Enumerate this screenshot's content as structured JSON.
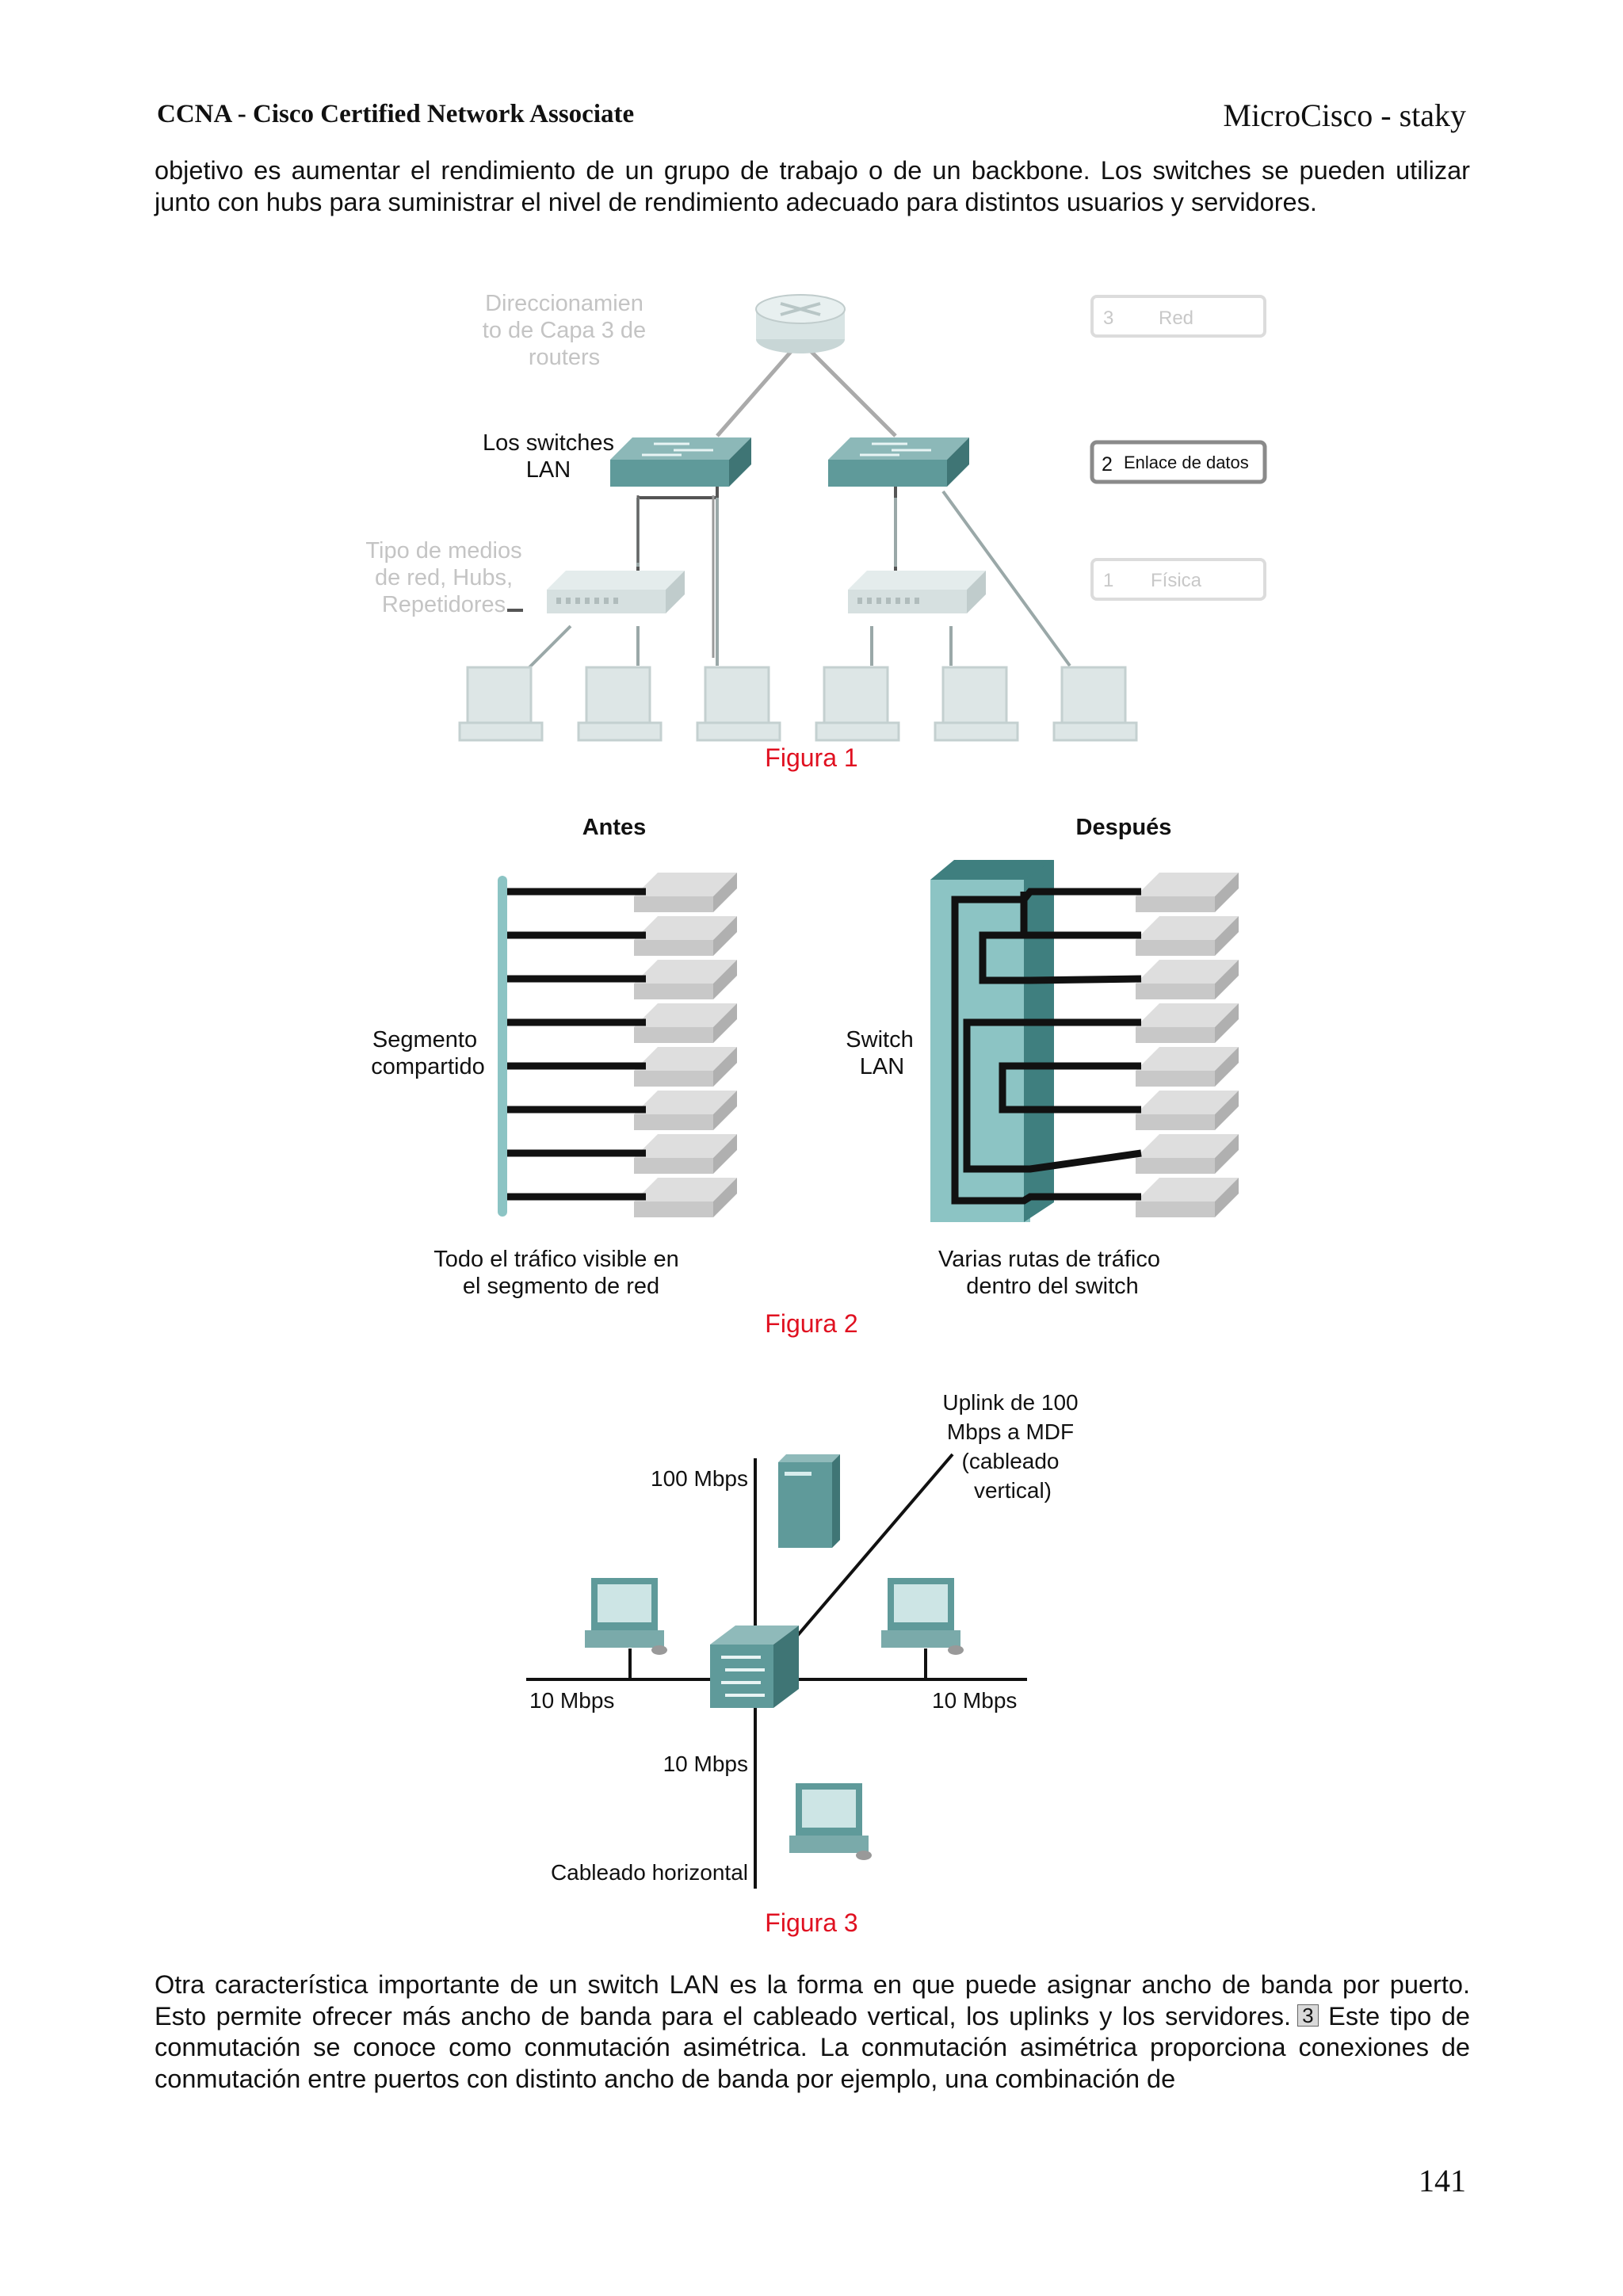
{
  "header": {
    "left": "CCNA - Cisco Certified Network Associate",
    "right": "MicroCisco - staky"
  },
  "paragraph1": "objetivo es aumentar el rendimiento de un grupo de trabajo o de un backbone. Los switches se pueden utilizar junto con hubs para suministrar el nivel de rendimiento adecuado para distintos usuarios y servidores.",
  "figure1": {
    "caption": "Figura 1",
    "label_routing": [
      "Direccionamien",
      "to de Capa 3 de",
      "routers"
    ],
    "label_switches": [
      "Los switches",
      "LAN"
    ],
    "label_media": [
      "Tipo de medios",
      "de red, Hubs,",
      "Repetidores"
    ],
    "layers": [
      {
        "num": "3",
        "name": "Red",
        "active": false
      },
      {
        "num": "2",
        "name": "Enlace de datos",
        "active": true
      },
      {
        "num": "1",
        "name": "Física",
        "active": false
      }
    ]
  },
  "figure2": {
    "caption": "Figura 2",
    "before_title": "Antes",
    "after_title": "Después",
    "label_segment": [
      "Segmento",
      "compartido"
    ],
    "label_switch": [
      "Switch",
      "LAN"
    ],
    "note_before": [
      "Todo el tráfico visible en",
      "el segmento de red"
    ],
    "note_after": [
      "Varias rutas de tráfico",
      "dentro del switch"
    ]
  },
  "figure3": {
    "caption": "Figura 3",
    "uplink": [
      "Uplink de 100",
      "Mbps a MDF",
      "(cableado",
      "vertical)"
    ],
    "speed_top": "100 Mbps",
    "speed_left": "10 Mbps",
    "speed_right": "10 Mbps",
    "speed_bottom": "10 Mbps",
    "horizontal": "Cableado horizontal"
  },
  "paragraph2": {
    "part1": "Otra característica importante de un switch LAN es la forma en que puede asignar ancho de banda por puerto. Esto permite ofrecer más ancho de banda para el cableado vertical, los uplinks y los servidores.",
    "ref": "3",
    "part2": "Este tipo de conmutación se conoce como conmutación asimétrica. La conmutación asimétrica proporciona conexiones de conmutación entre puertos con distinto ancho de banda por ejemplo, una combinación de"
  },
  "page_number": "141",
  "colors": {
    "caption": "#e01020",
    "switch_teal": "#5f9a9a",
    "segment": "#8cc4c4"
  }
}
